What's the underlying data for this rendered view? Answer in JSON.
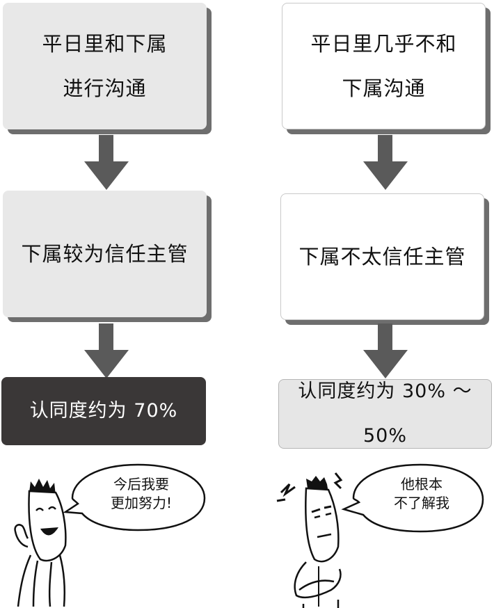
{
  "left_column": {
    "step1": [
      "平日里和下属",
      "进行沟通"
    ],
    "step2": "下属较为信任主管",
    "result": "认同度约为 70%",
    "speech": [
      "今后我要",
      "更加努力!"
    ]
  },
  "right_column": {
    "step1": [
      "平日里几乎不和",
      "下属沟通"
    ],
    "step2": "下属不太信任主管",
    "result": "认同度约为 30% ～ 50%",
    "speech": [
      "他根本",
      "不了解我"
    ]
  }
}
